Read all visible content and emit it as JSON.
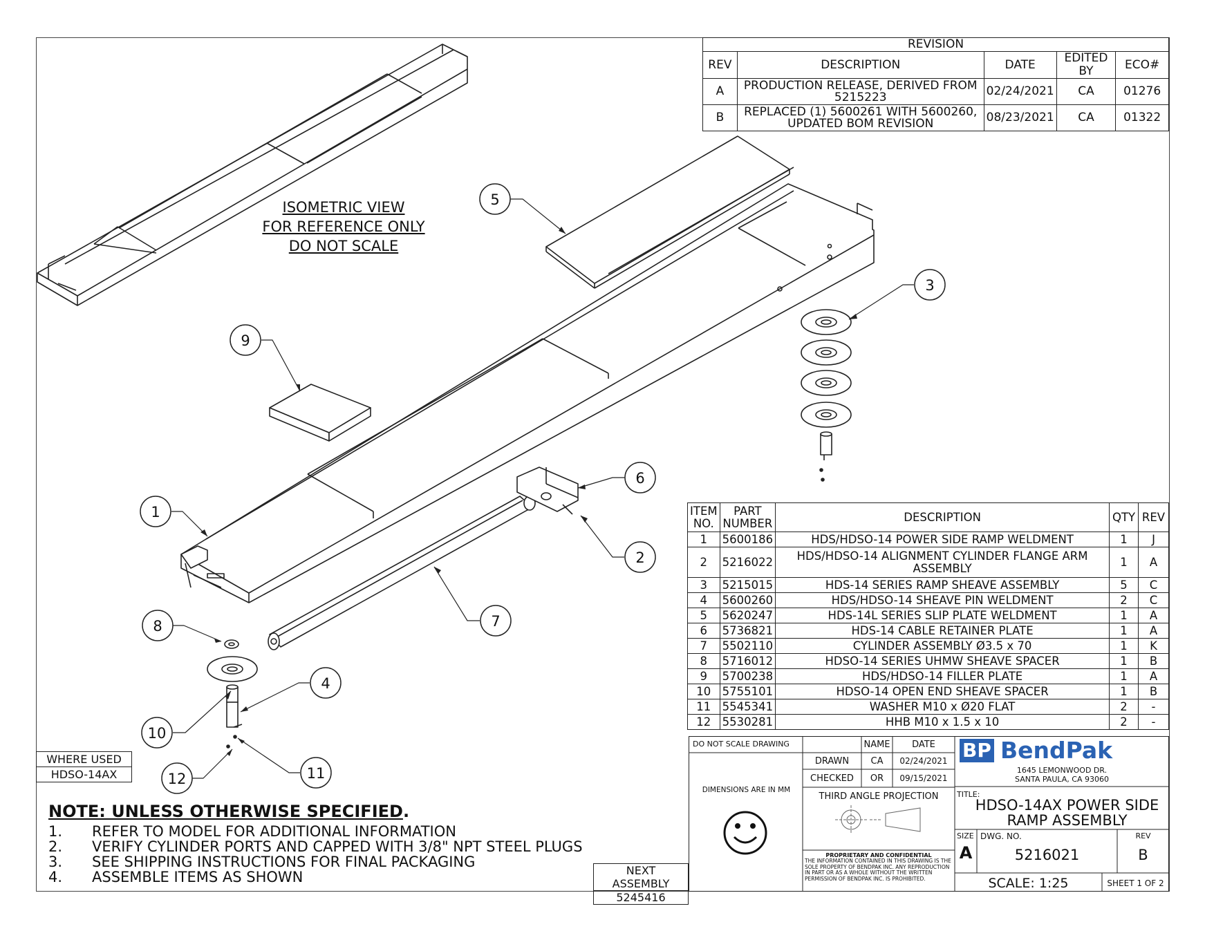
{
  "revision": {
    "title": "REVISION",
    "headers": [
      "REV",
      "DESCRIPTION",
      "DATE",
      "EDITED BY",
      "ECO#"
    ],
    "rows": [
      [
        "A",
        "PRODUCTION RELEASE, DERIVED FROM 5215223",
        "02/24/2021",
        "CA",
        "01276"
      ],
      [
        "B",
        "REPLACED (1) 5600261 WITH 5600260, UPDATED BOM REVISION",
        "08/23/2021",
        "CA",
        "01322"
      ]
    ]
  },
  "iso_view": {
    "line1": "ISOMETRIC VIEW",
    "line2": "FOR REFERENCE ONLY",
    "line3": "DO NOT SCALE"
  },
  "balloons": [
    "1",
    "2",
    "3",
    "4",
    "5",
    "6",
    "7",
    "8",
    "9",
    "10",
    "11",
    "12"
  ],
  "bom": {
    "headers": [
      "ITEM NO.",
      "PART NUMBER",
      "DESCRIPTION",
      "QTY",
      "REV"
    ],
    "rows": [
      [
        "1",
        "5600186",
        "HDS/HDSO-14 POWER SIDE RAMP WELDMENT",
        "1",
        "J"
      ],
      [
        "2",
        "5216022",
        "HDS/HDSO-14 ALIGNMENT CYLINDER FLANGE ARM ASSEMBLY",
        "1",
        "A"
      ],
      [
        "3",
        "5215015",
        "HDS-14 SERIES RAMP SHEAVE ASSEMBLY",
        "5",
        "C"
      ],
      [
        "4",
        "5600260",
        "HDS/HDSO-14 SHEAVE PIN WELDMENT",
        "2",
        "C"
      ],
      [
        "5",
        "5620247",
        "HDS-14L SERIES SLIP PLATE WELDMENT",
        "1",
        "A"
      ],
      [
        "6",
        "5736821",
        "HDS-14 CABLE RETAINER PLATE",
        "1",
        "A"
      ],
      [
        "7",
        "5502110",
        "CYLINDER ASSEMBLY Ø3.5 x 70",
        "1",
        "K"
      ],
      [
        "8",
        "5716012",
        "HDSO-14 SERIES UHMW SHEAVE SPACER",
        "1",
        "B"
      ],
      [
        "9",
        "5700238",
        "HDS/HDSO-14 FILLER PLATE",
        "1",
        "A"
      ],
      [
        "10",
        "5755101",
        "HDSO-14 OPEN END SHEAVE SPACER",
        "1",
        "B"
      ],
      [
        "11",
        "5545341",
        "WASHER M10 x Ø20 FLAT",
        "2",
        "-"
      ],
      [
        "12",
        "5530281",
        "HHB M10 x 1.5 x 10",
        "2",
        "-"
      ]
    ]
  },
  "where_used": {
    "label": "WHERE USED",
    "value": "HDSO-14AX"
  },
  "next_assembly": {
    "label": "NEXT ASSEMBLY",
    "value": "5245416"
  },
  "notes": {
    "title": "NOTE: UNLESS OTHERWISE SPECIFIED",
    "title_suffix": ".",
    "items": [
      {
        "num": "1.",
        "text": "REFER TO MODEL FOR ADDITIONAL INFORMATION"
      },
      {
        "num": "2.",
        "text": "VERIFY CYLINDER PORTS AND CAPPED WITH 3/8\" NPT STEEL PLUGS"
      },
      {
        "num": "3.",
        "text": "SEE SHIPPING INSTRUCTIONS FOR FINAL PACKAGING"
      },
      {
        "num": "4.",
        "text": "ASSEMBLE ITEMS AS SHOWN"
      }
    ]
  },
  "title_block": {
    "do_not_scale": "DO NOT SCALE DRAWING",
    "name_header": "NAME",
    "date_header": "DATE",
    "drawn_label": "DRAWN",
    "drawn_name": "CA",
    "drawn_date": "02/24/2021",
    "checked_label": "CHECKED",
    "checked_name": "OR",
    "checked_date": "09/15/2021",
    "dimensions": "DIMENSIONS ARE IN MM",
    "projection": "THIRD ANGLE PROJECTION",
    "proprietary_title": "PROPRIETARY AND CONFIDENTIAL",
    "proprietary_text": "THE INFORMATION CONTAINED IN THIS DRAWING IS THE SOLE PROPERTY OF BENDPAK INC. ANY REPRODUCTION IN PART OR AS A WHOLE WITHOUT THE WRITTEN PERMISSION OF BENDPAK INC. IS PROHIBITED.",
    "logo_bp": "BP",
    "logo_text": "BendPak",
    "address1": "1645 LEMONWOOD DR.",
    "address2": "SANTA PAULA, CA 93060",
    "title_label": "TITLE:",
    "title_line1": "HDSO-14AX POWER SIDE",
    "title_line2": "RAMP ASSEMBLY",
    "size_label": "SIZE",
    "size_value": "A",
    "dwg_label": "DWG.  NO.",
    "dwg_value": "5216021",
    "rev_label": "REV",
    "rev_value": "B",
    "scale": "SCALE: 1:25",
    "sheet": "SHEET 1 OF 2"
  },
  "colors": {
    "logo_blue": "#2a62b3",
    "line": "#222222"
  }
}
